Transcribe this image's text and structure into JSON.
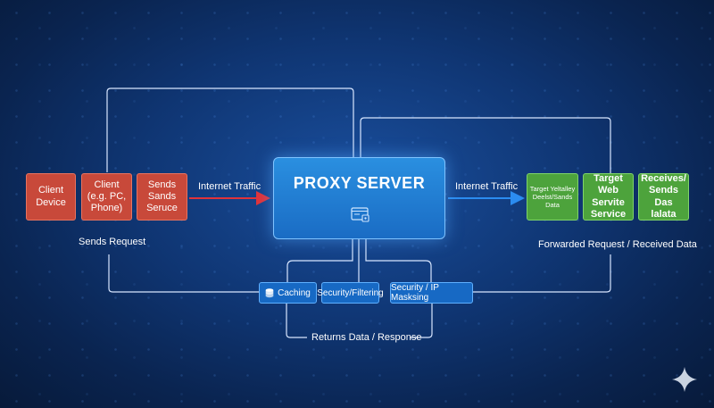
{
  "client_boxes": [
    {
      "label": "Client Device"
    },
    {
      "label": "Client\n(e.g. PC,\nPhone)"
    },
    {
      "label": "Sends\nSands\nSeruce"
    }
  ],
  "proxy": {
    "title": "PROXY SERVER",
    "icon": "browser-window-icon"
  },
  "target_boxes": [
    {
      "label": "Target Yeltalley\nDeelst/Sands\nData"
    },
    {
      "label": "Target Web\nServite\nService"
    },
    {
      "label": "Receives/\nSends Das\nlalata"
    }
  ],
  "features": [
    {
      "label": "Caching",
      "icon": "database-icon"
    },
    {
      "label": "Security/Filtering"
    },
    {
      "label": "Security / IP Masksing"
    }
  ],
  "labels": {
    "internet_traffic_left": "Internet Traffic",
    "internet_traffic_right": "Internet Traffic",
    "sends_request": "Sends Request",
    "forwarded": "Forwarded Request / Received Data",
    "returns": "Returns Data / Response"
  },
  "colors": {
    "client": "#c8493a",
    "target": "#4da33c",
    "proxy": "#1a6cc4",
    "arrow_left": "#e0333a",
    "arrow_right": "#2b8cf0"
  }
}
